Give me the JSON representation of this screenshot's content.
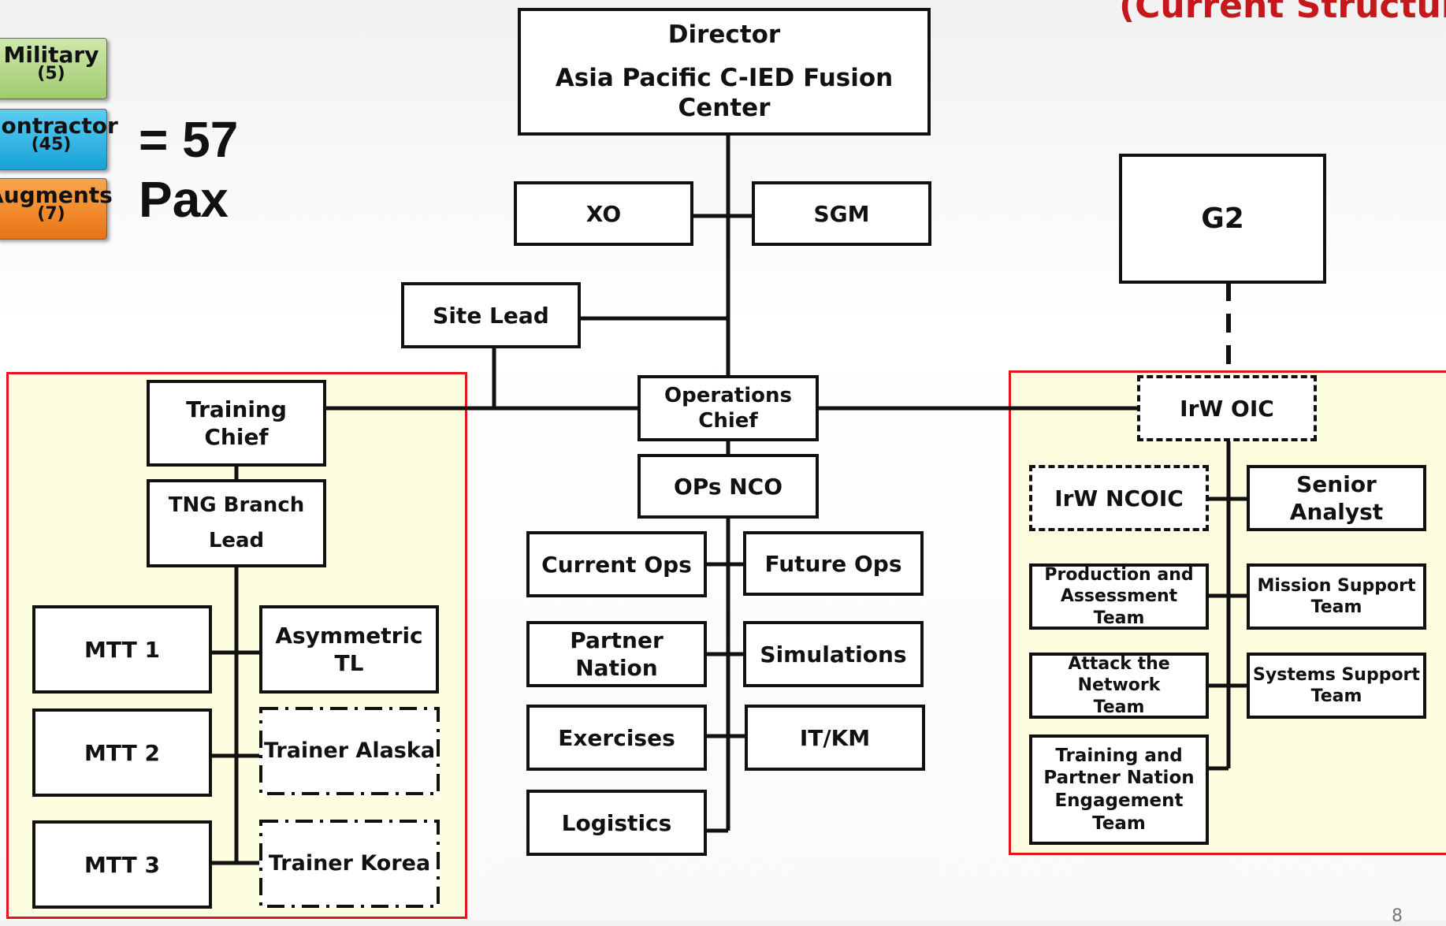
{
  "slide": {
    "title": "(Current Structure",
    "page_number": "8"
  },
  "legend": {
    "items": [
      {
        "name": "Military",
        "count": "(5)",
        "color": "#b6d88a"
      },
      {
        "name": "Contractor",
        "count": "(45)",
        "color": "#2fb6e6"
      },
      {
        "name": "Augments",
        "count": "(7)",
        "color": "#f28a2c"
      }
    ],
    "total": "= 57",
    "unit": "Pax"
  },
  "org": {
    "director": {
      "title": "Director",
      "subtitle": "Asia Pacific C-IED Fusion Center"
    },
    "xo": "XO",
    "sgm": "SGM",
    "site_lead": "Site Lead",
    "operations_chief": "Operations Chief",
    "ops_nco": "OPs NCO",
    "ops_units": [
      "Current Ops",
      "Future Ops",
      "Partner Nation",
      "Simulations",
      "Exercises",
      "IT/KM",
      "Logistics"
    ],
    "training": {
      "chief": "Training Chief",
      "branch_lead": [
        "TNG Branch",
        "Lead"
      ],
      "units": [
        "MTT 1",
        "Asymmetric TL",
        "MTT 2",
        "Trainer Alaska",
        "MTT 3",
        "Trainer Korea"
      ]
    },
    "g2": "G2",
    "irw": {
      "oic": "IrW OIC",
      "ncoic": "IrW NCOIC",
      "senior_analyst": "Senior Analyst",
      "production": [
        "Production and",
        "Assessment Team"
      ],
      "mission_support": [
        "Mission Support",
        "Team"
      ],
      "attack_network": [
        "Attack the Network",
        "Team"
      ],
      "systems_support": [
        "Systems Support",
        "Team"
      ],
      "training_pn": [
        "Training and",
        "Partner Nation",
        "Engagement Team"
      ]
    }
  }
}
